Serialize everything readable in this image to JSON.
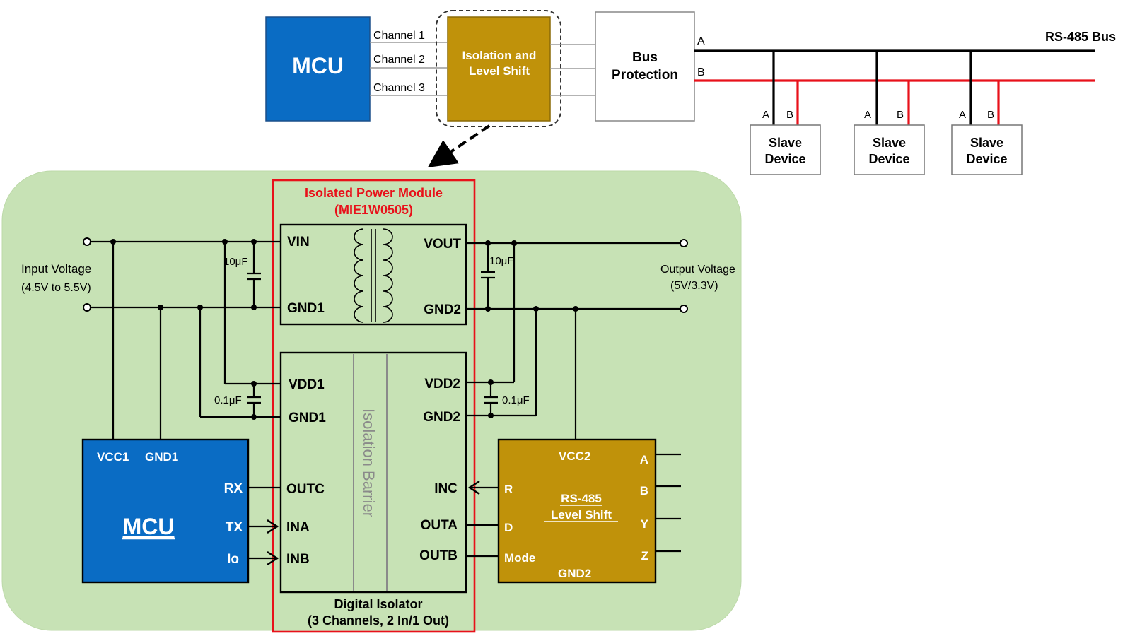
{
  "colors": {
    "mcu_blue": "#0a6cc4",
    "iso_gold": "#c0920a",
    "panel_green": "#c7e2b5",
    "bus_a": "#000000",
    "bus_b": "#e8111a",
    "module_red": "#e8111a",
    "barrier_gray": "#9a9a9a"
  },
  "top": {
    "mcu_label": "MCU",
    "channels": [
      "Channel 1",
      "Channel 2",
      "Channel 3"
    ],
    "isolation": {
      "line1": "Isolation and",
      "line2": "Level Shift"
    },
    "protection": {
      "line1": "Bus",
      "line2": "Protection"
    },
    "bus_title": "RS-485 Bus",
    "line_a": "A",
    "line_b": "B",
    "slaves": [
      {
        "line1": "Slave",
        "line2": "Device",
        "pin_a": "A",
        "pin_b": "B"
      },
      {
        "line1": "Slave",
        "line2": "Device",
        "pin_a": "A",
        "pin_b": "B"
      },
      {
        "line1": "Slave",
        "line2": "Device",
        "pin_a": "A",
        "pin_b": "B"
      }
    ]
  },
  "detail": {
    "power_module": {
      "title": "Isolated Power Module",
      "part": "(MIE1W0505)"
    },
    "input_voltage": {
      "line1": "Input Voltage",
      "line2": "(4.5V to 5.5V)"
    },
    "output_voltage": {
      "line1": "Output Voltage",
      "line2": "(5V/3.3V)"
    },
    "power_pins": {
      "vin": "VIN",
      "gnd1": "GND1",
      "vout": "VOUT",
      "gnd2": "GND2"
    },
    "caps": {
      "in_bulk": "10μF",
      "out_bulk": "10μF",
      "in_bypass": "0.1μF",
      "out_bypass": "0.1μF"
    },
    "isolator": {
      "left_pins": {
        "vdd1": "VDD1",
        "gnd1": "GND1",
        "outc": "OUTC",
        "ina": "INA",
        "inb": "INB"
      },
      "right_pins": {
        "vdd2": "VDD2",
        "gnd2": "GND2",
        "inc": "INC",
        "outa": "OUTA",
        "outb": "OUTB"
      },
      "barrier": "Isolation Barrier",
      "caption1": "Digital Isolator",
      "caption2": "(3 Channels, 2 In/1 Out)"
    },
    "mcu": {
      "label": "MCU",
      "vcc1": "VCC1",
      "gnd1": "GND1",
      "rx": "RX",
      "tx": "TX",
      "io": "Io"
    },
    "transceiver": {
      "line1": "RS-485",
      "line2": "Level Shift",
      "vcc2": "VCC2",
      "gnd2": "GND2",
      "r": "R",
      "d": "D",
      "mode": "Mode",
      "a": "A",
      "b": "B",
      "y": "Y",
      "z": "Z"
    }
  }
}
